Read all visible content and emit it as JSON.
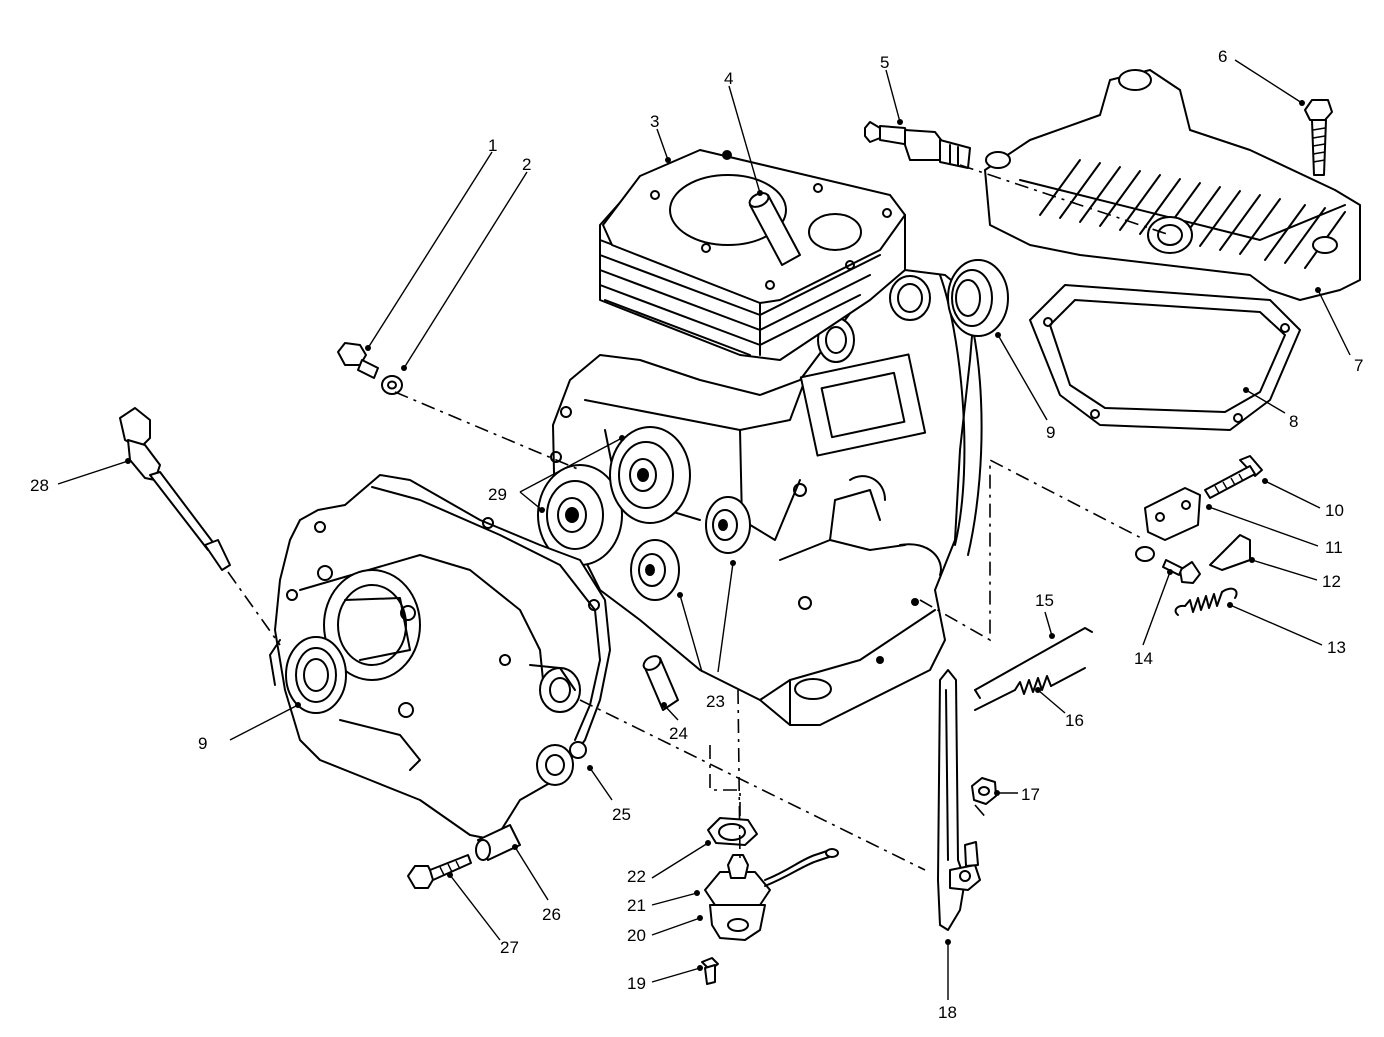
{
  "colors": {
    "ink": "#000000",
    "paper": "#ffffff"
  },
  "callouts": [
    {
      "id": "c1",
      "label": "1",
      "part": "flange-bolt-icon"
    },
    {
      "id": "c2",
      "label": "2",
      "part": "washer-icon"
    },
    {
      "id": "c3",
      "label": "3",
      "part": "cylinder-head-gasket-icon"
    },
    {
      "id": "c4",
      "label": "4",
      "part": "dowel-pin-icon"
    },
    {
      "id": "c5",
      "label": "5",
      "part": "spark-plug-icon"
    },
    {
      "id": "c6",
      "label": "6",
      "part": "head-bolt-icon"
    },
    {
      "id": "c7",
      "label": "7",
      "part": "cylinder-head-icon"
    },
    {
      "id": "c8",
      "label": "8",
      "part": "head-gasket-icon"
    },
    {
      "id": "c9a",
      "label": "9",
      "part": "oil-seal-icon"
    },
    {
      "id": "c10",
      "label": "10",
      "part": "bolt-icon"
    },
    {
      "id": "c11",
      "label": "11",
      "part": "bracket-icon"
    },
    {
      "id": "c12",
      "label": "12",
      "part": "plate-icon"
    },
    {
      "id": "c13",
      "label": "13",
      "part": "spring-icon"
    },
    {
      "id": "c14",
      "label": "14",
      "part": "flange-bolt-icon"
    },
    {
      "id": "c15",
      "label": "15",
      "part": "governor-rod-icon"
    },
    {
      "id": "c16",
      "label": "16",
      "part": "spring-icon"
    },
    {
      "id": "c17",
      "label": "17",
      "part": "nut-icon"
    },
    {
      "id": "c18",
      "label": "18",
      "part": "governor-arm-icon"
    },
    {
      "id": "c19",
      "label": "19",
      "part": "screw-icon"
    },
    {
      "id": "c20",
      "label": "20",
      "part": "oil-sensor-icon"
    },
    {
      "id": "c21",
      "label": "21",
      "part": "oil-sensor-body-icon"
    },
    {
      "id": "c22",
      "label": "22",
      "part": "gasket-icon"
    },
    {
      "id": "c23",
      "label": "23",
      "part": "bearing-icon"
    },
    {
      "id": "c24",
      "label": "24",
      "part": "dowel-pin-icon"
    },
    {
      "id": "c25",
      "label": "25",
      "part": "oil-drain-plug-icon"
    },
    {
      "id": "c26",
      "label": "26",
      "part": "dowel-pin-icon"
    },
    {
      "id": "c27",
      "label": "27",
      "part": "flange-bolt-icon"
    },
    {
      "id": "c28",
      "label": "28",
      "part": "dipstick-icon"
    },
    {
      "id": "c29",
      "label": "29",
      "part": "ball-bearing-icon"
    },
    {
      "id": "c9b",
      "label": "9",
      "part": "oil-seal-icon"
    }
  ]
}
